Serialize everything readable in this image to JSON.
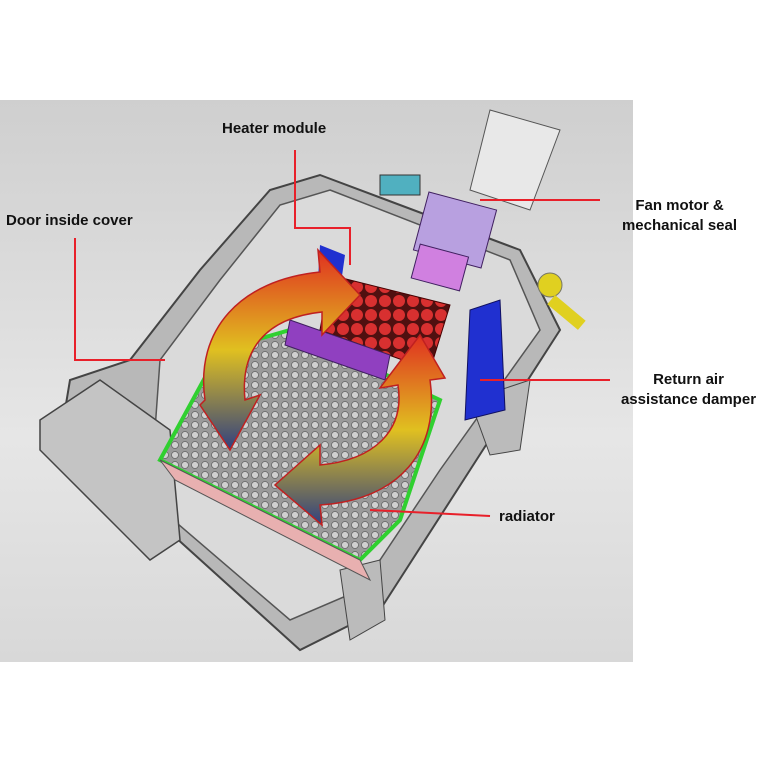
{
  "labels": {
    "heater_module": "Heater module",
    "door_inside_cover": "Door inside cover",
    "fan_motor_line1": "Fan motor &",
    "fan_motor_line2": "mechanical seal",
    "return_air_line1": "Return air",
    "return_air_line2": "assistance damper",
    "radiator": "radiator"
  },
  "colors": {
    "leader_line": "#e8202a",
    "heater": "#d8202a",
    "fan_housing": "#a070d0",
    "damper": "#2030d0",
    "frame_green": "#30d030"
  }
}
